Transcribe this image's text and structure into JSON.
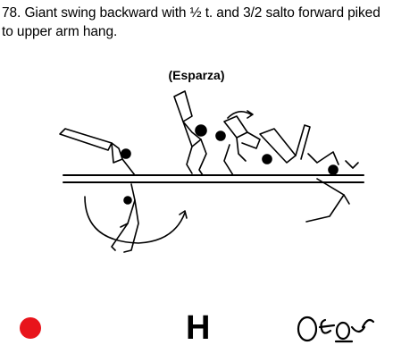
{
  "element": {
    "description": "78. Giant swing backward with ½ t. and 3/2 salto forward piked to upper arm hang.",
    "name": "(Esparza)",
    "value": "H",
    "status_color": "#e8141b",
    "code_symbol": "Oʃoo"
  }
}
